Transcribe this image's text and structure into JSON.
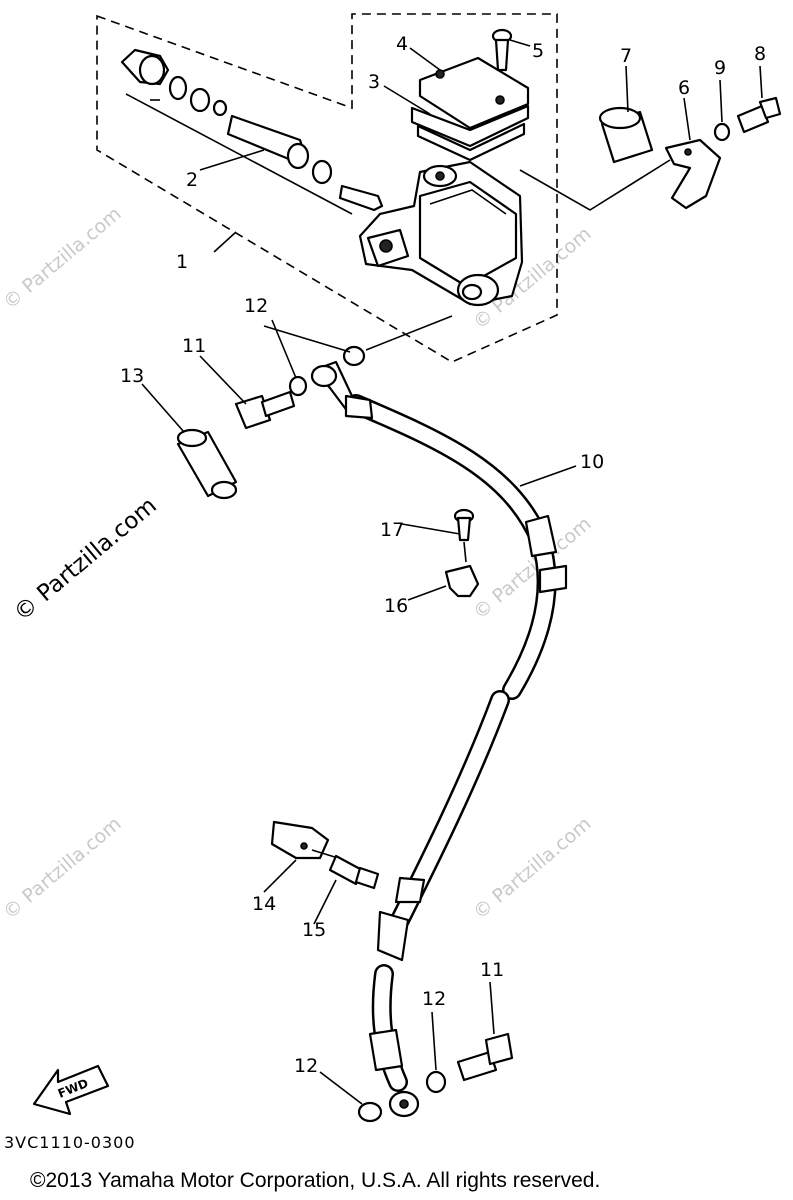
{
  "callouts": {
    "c1": "1",
    "c2": "2",
    "c3": "3",
    "c4": "4",
    "c5": "5",
    "c6": "6",
    "c7": "7",
    "c8": "8",
    "c9": "9",
    "c10": "10",
    "c11a": "11",
    "c11b": "11",
    "c12a": "12",
    "c12b": "12",
    "c12c": "12",
    "c13": "13",
    "c14": "14",
    "c15": "15",
    "c16": "16",
    "c17": "17"
  },
  "watermark": {
    "main": "© Partzilla.com",
    "tile": "© Partzilla.com"
  },
  "fwd_label": "FWD",
  "diagram_code": "3VC1110-0300",
  "copyright": "©2013 Yamaha Motor Corporation, U.S.A. All rights reserved."
}
